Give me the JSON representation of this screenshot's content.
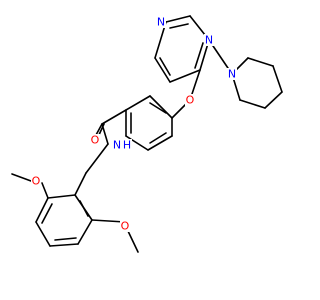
{
  "colors": {
    "nitrogen": "#0000ff",
    "oxygen": "#ff0000",
    "carbon": "#000000"
  },
  "atoms": {
    "pz_n4": "N",
    "pz_n1": "N",
    "pip_n": "N",
    "ether_o": "O",
    "carbonyl_o": "O",
    "amide_n": "N",
    "amide_h": "H",
    "ome1_o": "O",
    "ome2_o": "O"
  }
}
